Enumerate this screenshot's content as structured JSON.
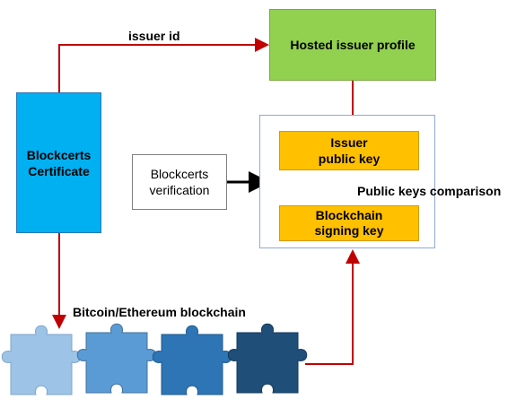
{
  "nodes": {
    "certificate": "Blockcerts\nCertificate",
    "issuer_profile": "Hosted issuer profile",
    "verification": "Blockcerts\nverification",
    "issuer_key": "Issuer\npublic key",
    "signing_key": "Blockchain\nsigning key"
  },
  "labels": {
    "issuer_id": "issuer id",
    "comparison": "Public keys comparison",
    "blockchain": "Bitcoin/Ethereum blockchain"
  },
  "colors": {
    "certificate": "#00b0f0",
    "profile": "#92d050",
    "keys": "#ffc000",
    "arrows": "#c00000",
    "puzzle": [
      "#9dc3e6",
      "#5b9bd5",
      "#2e75b6",
      "#1f4e79"
    ]
  },
  "icons": [
    "puzzle-piece-icon"
  ]
}
